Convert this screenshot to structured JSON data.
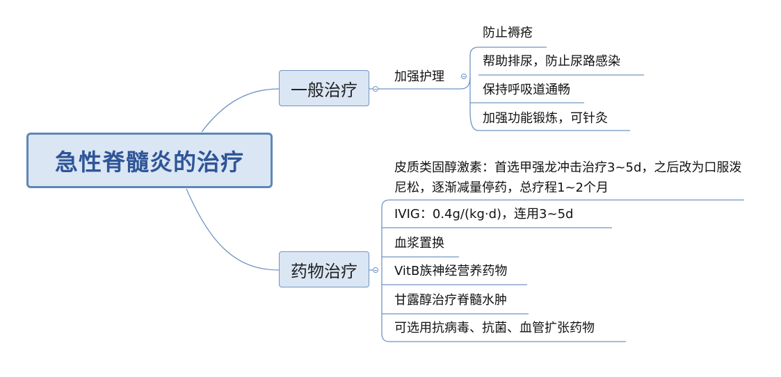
{
  "root": {
    "label": "急性脊髓炎的治疗"
  },
  "branches": {
    "general": {
      "label": "一般治疗",
      "sub": {
        "label": "加强护理",
        "items": [
          "防止褥疮",
          "帮助排尿，防止尿路感染",
          "保持呼吸道通畅",
          "加强功能锻炼，可针灸"
        ]
      }
    },
    "drug": {
      "label": "药物治疗",
      "items": [
        "皮质类固醇激素：首选甲强龙冲击治疗3~5d，之后改为口服泼尼松，逐渐减量停药，总疗程1~2个月",
        "IVIG：0.4g/(kg·d)，连用3~5d",
        "血浆置换",
        "VitB族神经营养药物",
        "甘露醇治疗脊髓水肿",
        "可选用抗病毒、抗菌、血管扩张药物"
      ]
    }
  },
  "colors": {
    "connector": "#6f93c1",
    "node_fill": "#dbe6f4",
    "root_border": "#5e86b8",
    "root_text": "#2f5597"
  }
}
